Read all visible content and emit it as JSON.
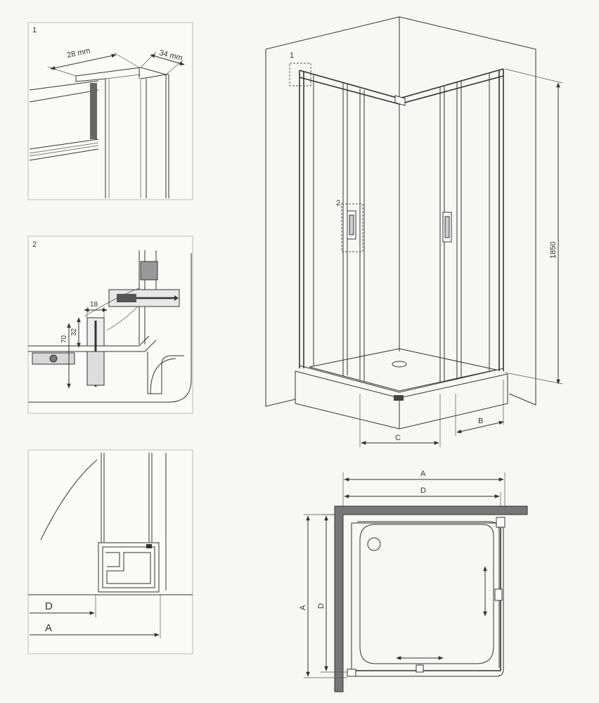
{
  "detail1": {
    "number": "1",
    "dim_profile_width": "28 mm",
    "dim_profile_depth": "34 mm"
  },
  "detail2": {
    "number": "2",
    "dim_18": "18",
    "dim_32": "32",
    "dim_70": "70"
  },
  "detail3": {
    "label_D": "D",
    "label_A": "A"
  },
  "cabin": {
    "callout_1": "1",
    "callout_2": "2",
    "height": "1850",
    "label_B": "B",
    "label_C": "C"
  },
  "plan": {
    "label_A_top": "A",
    "label_D_top": "D",
    "label_A_side": "A",
    "label_D_side": "D"
  }
}
